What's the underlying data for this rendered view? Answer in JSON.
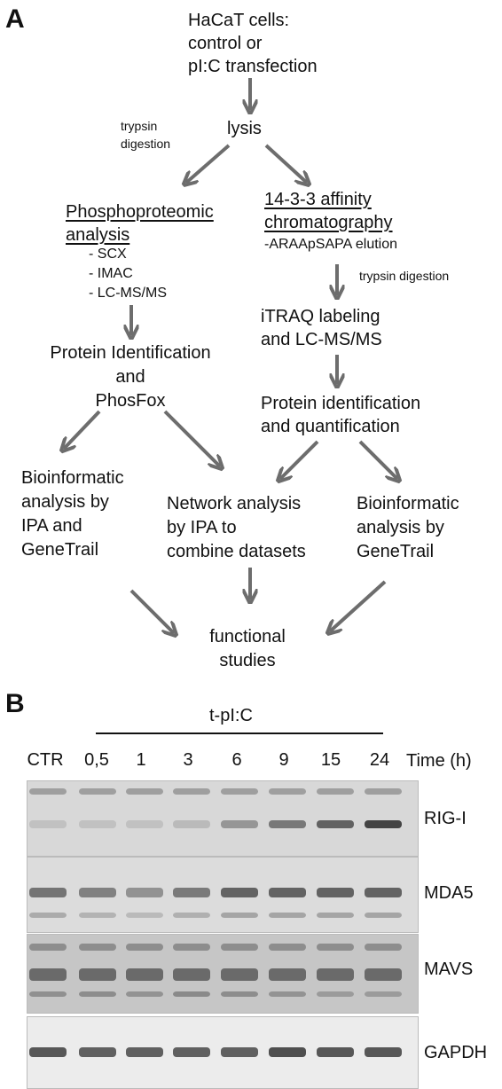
{
  "panelA": {
    "label": "A",
    "start": [
      "HaCaT cells:",
      "control or",
      "pI:C transfection"
    ],
    "lysis": "lysis",
    "trypsin_left": [
      "trypsin",
      "digestion"
    ],
    "phospho_title": [
      "Phosphoproteomic",
      "analysis"
    ],
    "phospho_steps": [
      "- SCX",
      "- IMAC",
      "- LC-MS/MS"
    ],
    "affinity_title": [
      "14-3-3 affinity",
      "chromatography"
    ],
    "elution": "-ARAApSAPA elution",
    "trypsin_right": "trypsin digestion",
    "itraq": [
      "iTRAQ labeling",
      "and LC-MS/MS"
    ],
    "protein_id_left": [
      "Protein Identification",
      "and",
      "PhosFox"
    ],
    "protein_id_right": [
      "Protein identification",
      "and quantification"
    ],
    "bioinf_left": [
      "Bioinformatic",
      "analysis by",
      "IPA and",
      "GeneTrail"
    ],
    "network": [
      "Network analysis",
      "by IPA to",
      "combine datasets"
    ],
    "bioinf_right": [
      "Bioinformatic",
      "analysis by",
      "GeneTrail"
    ],
    "functional": [
      "functional",
      "studies"
    ]
  },
  "panelB": {
    "label": "B",
    "treatment": "t-pI:C",
    "lanes": [
      "CTR",
      "0,5",
      "1",
      "3",
      "6",
      "9",
      "15",
      "24"
    ],
    "time_label": "Time (h)",
    "blots": [
      {
        "name": "RIG-I",
        "intensity": [
          0.15,
          0.15,
          0.15,
          0.2,
          0.45,
          0.65,
          0.8,
          1.0
        ]
      },
      {
        "name": "MDA5",
        "intensity": [
          0.7,
          0.6,
          0.5,
          0.65,
          0.8,
          0.8,
          0.8,
          0.8
        ]
      },
      {
        "name": "MAVS",
        "intensity": [
          0.9,
          0.95,
          0.85,
          1.0,
          0.95,
          0.85,
          0.7,
          0.7
        ]
      },
      {
        "name": "GAPDH",
        "intensity": [
          0.9,
          0.85,
          0.85,
          0.85,
          0.85,
          0.95,
          0.9,
          0.9
        ]
      }
    ]
  }
}
